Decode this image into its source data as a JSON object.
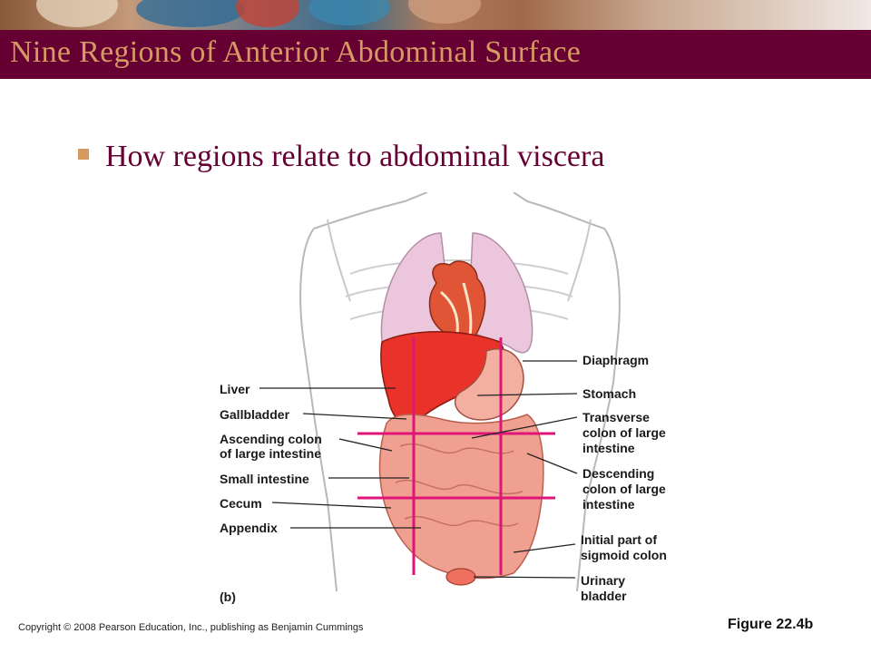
{
  "title": "Nine Regions of Anterior Abdominal Surface",
  "bullet": "How regions relate to abdominal viscera",
  "figure_labels": {
    "liver": "Liver",
    "gallbladder": "Gallbladder",
    "ascending_colon_1": "Ascending colon",
    "ascending_colon_2": "of large intestine",
    "small_intestine": "Small intestine",
    "cecum": "Cecum",
    "appendix": "Appendix",
    "panel": "(b)",
    "diaphragm": "Diaphragm",
    "stomach": "Stomach",
    "transverse_1": "Transverse",
    "transverse_2": "colon of large",
    "transverse_3": "intestine",
    "descending_1": "Descending",
    "descending_2": "colon of large",
    "descending_3": "intestine",
    "sigmoid_1": "Initial part of",
    "sigmoid_2": "sigmoid colon",
    "bladder_1": "Urinary",
    "bladder_2": "bladder"
  },
  "copyright": "Copyright © 2008 Pearson Education, Inc., publishing as Benjamin Cummings",
  "figure_number": "Figure 22.4b",
  "colors": {
    "title_bar": "#660033",
    "title_text": "#d59a61",
    "bullet_text": "#660033",
    "region_lines": "#e0157a",
    "liver": "#e8322a",
    "intestine": "#f0a090",
    "lungs": "#ecc6dc"
  }
}
